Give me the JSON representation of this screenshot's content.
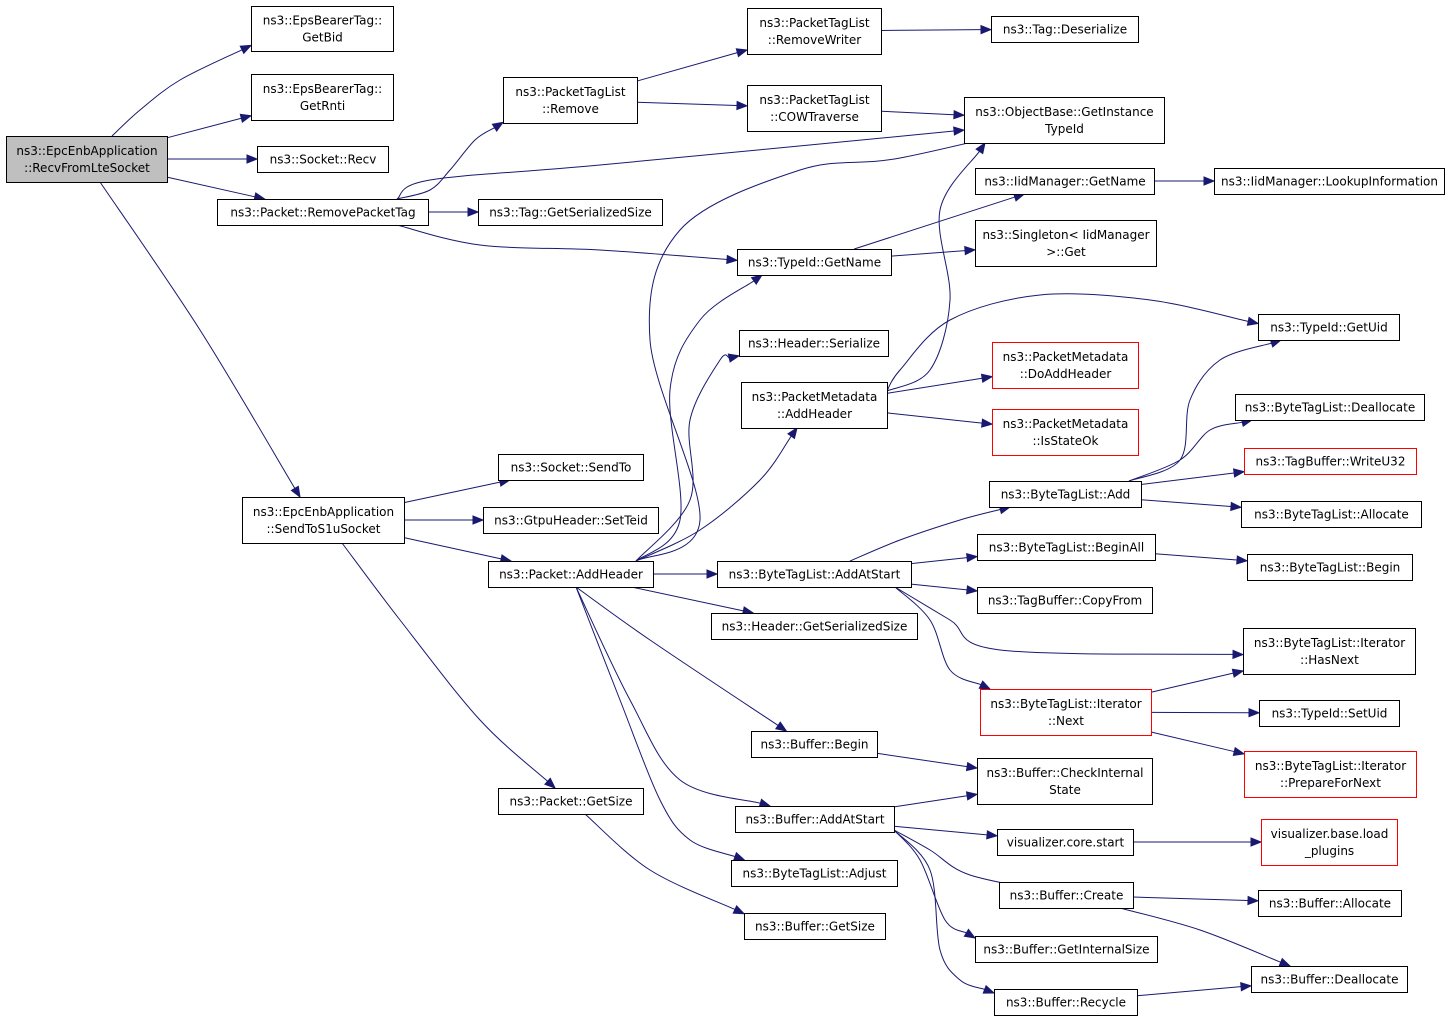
{
  "diagram": {
    "nodes": [
      {
        "id": "recvFromLte",
        "lines": [
          "ns3::EpcEnbApplication",
          "::RecvFromLteSocket"
        ],
        "root": true
      },
      {
        "id": "getBid",
        "lines": [
          "ns3::EpsBearerTag::",
          "GetBid"
        ]
      },
      {
        "id": "getRnti",
        "lines": [
          "ns3::EpsBearerTag::",
          "GetRnti"
        ]
      },
      {
        "id": "socketRecv",
        "lines": [
          "ns3::Socket::Recv"
        ]
      },
      {
        "id": "removePacketTag",
        "lines": [
          "ns3::Packet::RemovePacketTag"
        ]
      },
      {
        "id": "ptlRemove",
        "lines": [
          "ns3::PacketTagList",
          "::Remove"
        ]
      },
      {
        "id": "ptlRemoveWriter",
        "lines": [
          "ns3::PacketTagList",
          "::RemoveWriter"
        ]
      },
      {
        "id": "tagDeserialize",
        "lines": [
          "ns3::Tag::Deserialize"
        ]
      },
      {
        "id": "ptlCow",
        "lines": [
          "ns3::PacketTagList",
          "::COWTraverse"
        ]
      },
      {
        "id": "getInstanceTypeId",
        "lines": [
          "ns3::ObjectBase::GetInstance",
          "TypeId"
        ]
      },
      {
        "id": "tagGetSerializedSize",
        "lines": [
          "ns3::Tag::GetSerializedSize"
        ]
      },
      {
        "id": "iidGetName",
        "lines": [
          "ns3::IidManager::GetName"
        ]
      },
      {
        "id": "iidLookup",
        "lines": [
          "ns3::IidManager::LookupInformation"
        ]
      },
      {
        "id": "typeIdGetName",
        "lines": [
          "ns3::TypeId::GetName"
        ]
      },
      {
        "id": "singletonGet",
        "lines": [
          "ns3::Singleton< IidManager",
          ">::Get"
        ]
      },
      {
        "id": "typeIdGetUid",
        "lines": [
          "ns3::TypeId::GetUid"
        ]
      },
      {
        "id": "headerSerialize",
        "lines": [
          "ns3::Header::Serialize"
        ]
      },
      {
        "id": "pmDoAddHeader",
        "lines": [
          "ns3::PacketMetadata",
          "::DoAddHeader"
        ],
        "red": true
      },
      {
        "id": "pmAddHeader",
        "lines": [
          "ns3::PacketMetadata",
          "::AddHeader"
        ]
      },
      {
        "id": "pmIsStateOk",
        "lines": [
          "ns3::PacketMetadata",
          "::IsStateOk"
        ],
        "red": true
      },
      {
        "id": "btlDeallocate",
        "lines": [
          "ns3::ByteTagList::Deallocate"
        ]
      },
      {
        "id": "tbWriteU32",
        "lines": [
          "ns3::TagBuffer::WriteU32"
        ],
        "red": true
      },
      {
        "id": "socketSendTo",
        "lines": [
          "ns3::Socket::SendTo"
        ]
      },
      {
        "id": "btlAdd",
        "lines": [
          "ns3::ByteTagList::Add"
        ]
      },
      {
        "id": "sendToS1u",
        "lines": [
          "ns3::EpcEnbApplication",
          "::SendToS1uSocket"
        ]
      },
      {
        "id": "gtpuSetTeid",
        "lines": [
          "ns3::GtpuHeader::SetTeid"
        ]
      },
      {
        "id": "btlAllocate",
        "lines": [
          "ns3::ByteTagList::Allocate"
        ]
      },
      {
        "id": "btlBeginAll",
        "lines": [
          "ns3::ByteTagList::BeginAll"
        ]
      },
      {
        "id": "packetAddHeader",
        "lines": [
          "ns3::Packet::AddHeader"
        ]
      },
      {
        "id": "btlAddAtStart",
        "lines": [
          "ns3::ByteTagList::AddAtStart"
        ]
      },
      {
        "id": "btlBegin",
        "lines": [
          "ns3::ByteTagList::Begin"
        ]
      },
      {
        "id": "tbCopyFrom",
        "lines": [
          "ns3::TagBuffer::CopyFrom"
        ]
      },
      {
        "id": "headerGetSerializedSize",
        "lines": [
          "ns3::Header::GetSerializedSize"
        ]
      },
      {
        "id": "btlIterHasNext",
        "lines": [
          "ns3::ByteTagList::Iterator",
          "::HasNext"
        ]
      },
      {
        "id": "btlIterNext",
        "lines": [
          "ns3::ByteTagList::Iterator",
          "::Next"
        ],
        "red": true
      },
      {
        "id": "typeIdSetUid",
        "lines": [
          "ns3::TypeId::SetUid"
        ]
      },
      {
        "id": "bufferBegin",
        "lines": [
          "ns3::Buffer::Begin"
        ]
      },
      {
        "id": "btlIterPrepare",
        "lines": [
          "ns3::ByteTagList::Iterator",
          "::PrepareForNext"
        ],
        "red": true
      },
      {
        "id": "bufferCheckInternal",
        "lines": [
          "ns3::Buffer::CheckInternal",
          "State"
        ]
      },
      {
        "id": "packetGetSize",
        "lines": [
          "ns3::Packet::GetSize"
        ]
      },
      {
        "id": "bufferAddAtStart",
        "lines": [
          "ns3::Buffer::AddAtStart"
        ]
      },
      {
        "id": "visualizerLoadPlugins",
        "lines": [
          "visualizer.base.load",
          "_plugins"
        ],
        "red": true
      },
      {
        "id": "visualizerCoreStart",
        "lines": [
          "visualizer.core.start"
        ]
      },
      {
        "id": "btlAdjust",
        "lines": [
          "ns3::ByteTagList::Adjust"
        ]
      },
      {
        "id": "bufferCreate",
        "lines": [
          "ns3::Buffer::Create"
        ]
      },
      {
        "id": "bufferAllocate",
        "lines": [
          "ns3::Buffer::Allocate"
        ]
      },
      {
        "id": "bufferGetSize",
        "lines": [
          "ns3::Buffer::GetSize"
        ]
      },
      {
        "id": "bufferGetInternalSize",
        "lines": [
          "ns3::Buffer::GetInternalSize"
        ]
      },
      {
        "id": "bufferDeallocate",
        "lines": [
          "ns3::Buffer::Deallocate"
        ]
      },
      {
        "id": "bufferRecycle",
        "lines": [
          "ns3::Buffer::Recycle"
        ]
      }
    ],
    "edges": [
      [
        "recvFromLte",
        "getBid"
      ],
      [
        "recvFromLte",
        "getRnti"
      ],
      [
        "recvFromLte",
        "socketRecv"
      ],
      [
        "recvFromLte",
        "removePacketTag"
      ],
      [
        "recvFromLte",
        "sendToS1u"
      ],
      [
        "removePacketTag",
        "ptlRemove"
      ],
      [
        "removePacketTag",
        "getInstanceTypeId"
      ],
      [
        "removePacketTag",
        "tagGetSerializedSize"
      ],
      [
        "removePacketTag",
        "typeIdGetName"
      ],
      [
        "ptlRemove",
        "ptlRemoveWriter"
      ],
      [
        "ptlRemove",
        "ptlCow"
      ],
      [
        "ptlRemoveWriter",
        "tagDeserialize"
      ],
      [
        "ptlCow",
        "getInstanceTypeId"
      ],
      [
        "typeIdGetName",
        "iidGetName"
      ],
      [
        "typeIdGetName",
        "singletonGet"
      ],
      [
        "iidGetName",
        "iidLookup"
      ],
      [
        "sendToS1u",
        "socketSendTo"
      ],
      [
        "sendToS1u",
        "gtpuSetTeid"
      ],
      [
        "sendToS1u",
        "packetAddHeader"
      ],
      [
        "sendToS1u",
        "packetGetSize"
      ],
      [
        "packetAddHeader",
        "getInstanceTypeId"
      ],
      [
        "packetAddHeader",
        "typeIdGetName"
      ],
      [
        "packetAddHeader",
        "headerSerialize"
      ],
      [
        "packetAddHeader",
        "pmAddHeader"
      ],
      [
        "packetAddHeader",
        "btlAddAtStart"
      ],
      [
        "packetAddHeader",
        "headerGetSerializedSize"
      ],
      [
        "packetAddHeader",
        "bufferBegin"
      ],
      [
        "packetAddHeader",
        "bufferAddAtStart"
      ],
      [
        "packetAddHeader",
        "btlAdjust"
      ],
      [
        "pmAddHeader",
        "getInstanceTypeId"
      ],
      [
        "pmAddHeader",
        "typeIdGetUid"
      ],
      [
        "pmAddHeader",
        "pmDoAddHeader"
      ],
      [
        "pmAddHeader",
        "pmIsStateOk"
      ],
      [
        "btlAddAtStart",
        "btlAdd"
      ],
      [
        "btlAddAtStart",
        "btlBeginAll"
      ],
      [
        "btlAddAtStart",
        "tbCopyFrom"
      ],
      [
        "btlAddAtStart",
        "btlIterHasNext"
      ],
      [
        "btlAddAtStart",
        "btlIterNext"
      ],
      [
        "btlAdd",
        "typeIdGetUid"
      ],
      [
        "btlAdd",
        "btlDeallocate"
      ],
      [
        "btlAdd",
        "tbWriteU32"
      ],
      [
        "btlAdd",
        "btlAllocate"
      ],
      [
        "btlBeginAll",
        "btlBegin"
      ],
      [
        "btlIterNext",
        "btlIterHasNext"
      ],
      [
        "btlIterNext",
        "typeIdSetUid"
      ],
      [
        "btlIterNext",
        "btlIterPrepare"
      ],
      [
        "bufferBegin",
        "bufferCheckInternal"
      ],
      [
        "bufferAddAtStart",
        "bufferCheckInternal"
      ],
      [
        "bufferAddAtStart",
        "visualizerCoreStart"
      ],
      [
        "bufferAddAtStart",
        "bufferCreate"
      ],
      [
        "bufferAddAtStart",
        "bufferGetInternalSize"
      ],
      [
        "bufferAddAtStart",
        "bufferRecycle"
      ],
      [
        "visualizerCoreStart",
        "visualizerLoadPlugins"
      ],
      [
        "bufferCreate",
        "bufferAllocate"
      ],
      [
        "bufferCreate",
        "bufferDeallocate"
      ],
      [
        "bufferRecycle",
        "bufferDeallocate"
      ],
      [
        "packetGetSize",
        "bufferGetSize"
      ]
    ]
  }
}
